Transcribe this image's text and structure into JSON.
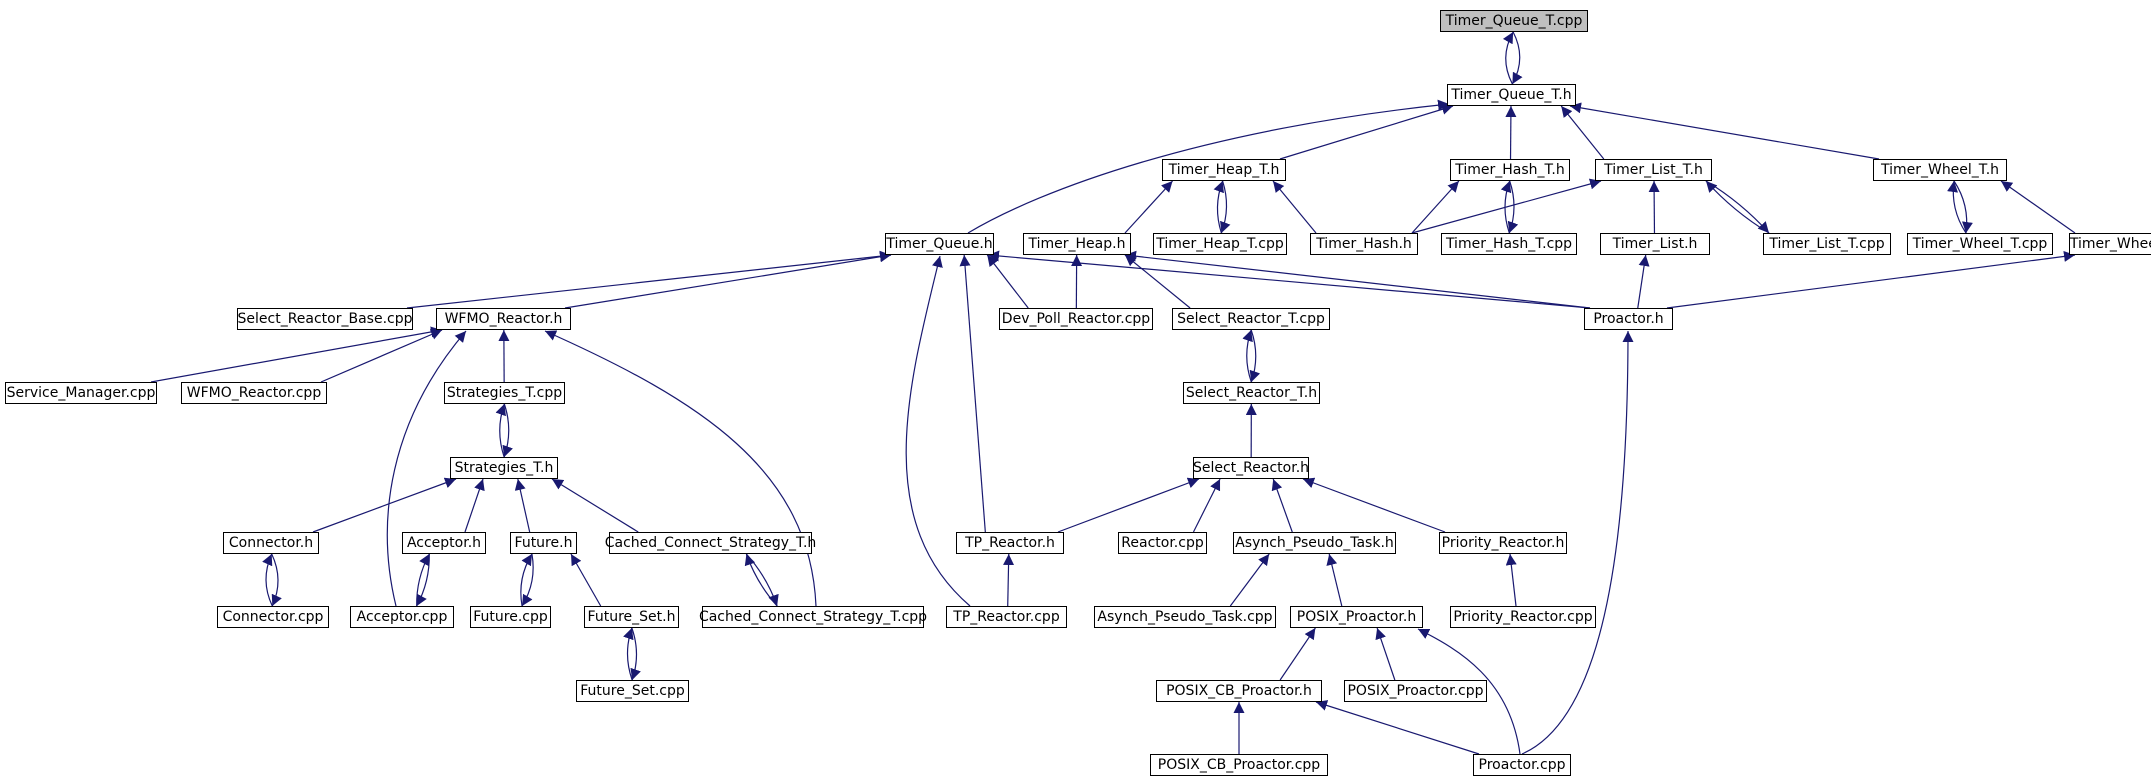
{
  "nodes": [
    {
      "id": "timer_queue_t_cpp",
      "label": "Timer_Queue_T.cpp",
      "root": true
    },
    {
      "id": "timer_queue_t_h",
      "label": "Timer_Queue_T.h"
    },
    {
      "id": "timer_heap_t_h",
      "label": "Timer_Heap_T.h"
    },
    {
      "id": "timer_hash_t_h",
      "label": "Timer_Hash_T.h"
    },
    {
      "id": "timer_list_t_h",
      "label": "Timer_List_T.h"
    },
    {
      "id": "timer_wheel_t_h",
      "label": "Timer_Wheel_T.h"
    },
    {
      "id": "timer_queue_h",
      "label": "Timer_Queue.h"
    },
    {
      "id": "timer_heap_h",
      "label": "Timer_Heap.h"
    },
    {
      "id": "timer_heap_t_cpp",
      "label": "Timer_Heap_T.cpp"
    },
    {
      "id": "timer_hash_h",
      "label": "Timer_Hash.h"
    },
    {
      "id": "timer_hash_t_cpp",
      "label": "Timer_Hash_T.cpp"
    },
    {
      "id": "timer_list_h",
      "label": "Timer_List.h"
    },
    {
      "id": "timer_list_t_cpp",
      "label": "Timer_List_T.cpp"
    },
    {
      "id": "timer_wheel_t_cpp",
      "label": "Timer_Wheel_T.cpp"
    },
    {
      "id": "timer_wheel_h",
      "label": "Timer_Wheel.h"
    },
    {
      "id": "select_reactor_base_cpp",
      "label": "Select_Reactor_Base.cpp"
    },
    {
      "id": "wfmo_reactor_h",
      "label": "WFMO_Reactor.h"
    },
    {
      "id": "dev_poll_reactor_cpp",
      "label": "Dev_Poll_Reactor.cpp"
    },
    {
      "id": "select_reactor_t_cpp",
      "label": "Select_Reactor_T.cpp"
    },
    {
      "id": "proactor_h",
      "label": "Proactor.h"
    },
    {
      "id": "service_manager_cpp",
      "label": "Service_Manager.cpp"
    },
    {
      "id": "wfmo_reactor_cpp",
      "label": "WFMO_Reactor.cpp"
    },
    {
      "id": "strategies_t_cpp",
      "label": "Strategies_T.cpp"
    },
    {
      "id": "select_reactor_t_h",
      "label": "Select_Reactor_T.h"
    },
    {
      "id": "strategies_t_h",
      "label": "Strategies_T.h"
    },
    {
      "id": "select_reactor_h",
      "label": "Select_Reactor.h"
    },
    {
      "id": "connector_h",
      "label": "Connector.h"
    },
    {
      "id": "acceptor_h",
      "label": "Acceptor.h"
    },
    {
      "id": "future_h",
      "label": "Future.h"
    },
    {
      "id": "cached_connect_strategy_t_h",
      "label": "Cached_Connect_Strategy_T.h"
    },
    {
      "id": "tp_reactor_h",
      "label": "TP_Reactor.h"
    },
    {
      "id": "reactor_cpp",
      "label": "Reactor.cpp"
    },
    {
      "id": "asynch_pseudo_task_h",
      "label": "Asynch_Pseudo_Task.h"
    },
    {
      "id": "priority_reactor_h",
      "label": "Priority_Reactor.h"
    },
    {
      "id": "connector_cpp",
      "label": "Connector.cpp"
    },
    {
      "id": "acceptor_cpp",
      "label": "Acceptor.cpp"
    },
    {
      "id": "future_cpp",
      "label": "Future.cpp"
    },
    {
      "id": "future_set_h",
      "label": "Future_Set.h"
    },
    {
      "id": "cached_connect_strategy_t_cpp",
      "label": "Cached_Connect_Strategy_T.cpp"
    },
    {
      "id": "tp_reactor_cpp",
      "label": "TP_Reactor.cpp"
    },
    {
      "id": "asynch_pseudo_task_cpp",
      "label": "Asynch_Pseudo_Task.cpp"
    },
    {
      "id": "posix_proactor_h",
      "label": "POSIX_Proactor.h"
    },
    {
      "id": "priority_reactor_cpp",
      "label": "Priority_Reactor.cpp"
    },
    {
      "id": "future_set_cpp",
      "label": "Future_Set.cpp"
    },
    {
      "id": "posix_cb_proactor_h",
      "label": "POSIX_CB_Proactor.h"
    },
    {
      "id": "posix_proactor_cpp",
      "label": "POSIX_Proactor.cpp"
    },
    {
      "id": "posix_cb_proactor_cpp",
      "label": "POSIX_CB_Proactor.cpp"
    },
    {
      "id": "proactor_cpp",
      "label": "Proactor.cpp"
    }
  ],
  "edges": [
    [
      "timer_queue_t_cpp",
      "timer_queue_t_h"
    ],
    [
      "timer_queue_t_h",
      "timer_queue_t_cpp"
    ],
    [
      "timer_heap_t_h",
      "timer_queue_t_h"
    ],
    [
      "timer_hash_t_h",
      "timer_queue_t_h"
    ],
    [
      "timer_list_t_h",
      "timer_queue_t_h"
    ],
    [
      "timer_wheel_t_h",
      "timer_queue_t_h"
    ],
    [
      "timer_queue_h",
      "timer_queue_t_h"
    ],
    [
      "timer_heap_h",
      "timer_heap_t_h"
    ],
    [
      "timer_heap_t_cpp",
      "timer_heap_t_h"
    ],
    [
      "timer_heap_t_h",
      "timer_heap_t_cpp"
    ],
    [
      "timer_hash_h",
      "timer_heap_t_h"
    ],
    [
      "timer_hash_h",
      "timer_hash_t_h"
    ],
    [
      "timer_hash_t_cpp",
      "timer_hash_t_h"
    ],
    [
      "timer_hash_t_h",
      "timer_hash_t_cpp"
    ],
    [
      "timer_hash_h",
      "timer_list_t_h"
    ],
    [
      "timer_list_h",
      "timer_list_t_h"
    ],
    [
      "timer_list_t_cpp",
      "timer_list_t_h"
    ],
    [
      "timer_list_t_h",
      "timer_list_t_cpp"
    ],
    [
      "timer_wheel_t_cpp",
      "timer_wheel_t_h"
    ],
    [
      "timer_wheel_t_h",
      "timer_wheel_t_cpp"
    ],
    [
      "timer_wheel_h",
      "timer_wheel_t_h"
    ],
    [
      "select_reactor_base_cpp",
      "timer_queue_h"
    ],
    [
      "wfmo_reactor_h",
      "timer_queue_h"
    ],
    [
      "dev_poll_reactor_cpp",
      "timer_queue_h"
    ],
    [
      "proactor_h",
      "timer_queue_h"
    ],
    [
      "tp_reactor_h",
      "timer_queue_h"
    ],
    [
      "tp_reactor_cpp",
      "timer_queue_h"
    ],
    [
      "dev_poll_reactor_cpp",
      "timer_heap_h"
    ],
    [
      "select_reactor_t_cpp",
      "timer_heap_h"
    ],
    [
      "proactor_h",
      "timer_heap_h"
    ],
    [
      "proactor_h",
      "timer_list_h"
    ],
    [
      "proactor_h",
      "timer_wheel_h"
    ],
    [
      "service_manager_cpp",
      "wfmo_reactor_h"
    ],
    [
      "wfmo_reactor_cpp",
      "wfmo_reactor_h"
    ],
    [
      "strategies_t_cpp",
      "wfmo_reactor_h"
    ],
    [
      "acceptor_cpp",
      "wfmo_reactor_h"
    ],
    [
      "cached_connect_strategy_t_cpp",
      "wfmo_reactor_h"
    ],
    [
      "select_reactor_t_h",
      "select_reactor_t_cpp"
    ],
    [
      "select_reactor_t_cpp",
      "select_reactor_t_h"
    ],
    [
      "select_reactor_h",
      "select_reactor_t_h"
    ],
    [
      "proactor_cpp",
      "proactor_h"
    ],
    [
      "strategies_t_h",
      "strategies_t_cpp"
    ],
    [
      "strategies_t_cpp",
      "strategies_t_h"
    ],
    [
      "connector_h",
      "strategies_t_h"
    ],
    [
      "acceptor_h",
      "strategies_t_h"
    ],
    [
      "future_h",
      "strategies_t_h"
    ],
    [
      "cached_connect_strategy_t_h",
      "strategies_t_h"
    ],
    [
      "tp_reactor_h",
      "select_reactor_h"
    ],
    [
      "reactor_cpp",
      "select_reactor_h"
    ],
    [
      "asynch_pseudo_task_h",
      "select_reactor_h"
    ],
    [
      "priority_reactor_h",
      "select_reactor_h"
    ],
    [
      "connector_cpp",
      "connector_h"
    ],
    [
      "connector_h",
      "connector_cpp"
    ],
    [
      "acceptor_cpp",
      "acceptor_h"
    ],
    [
      "acceptor_h",
      "acceptor_cpp"
    ],
    [
      "future_cpp",
      "future_h"
    ],
    [
      "future_h",
      "future_cpp"
    ],
    [
      "future_set_h",
      "future_h"
    ],
    [
      "cached_connect_strategy_t_cpp",
      "cached_connect_strategy_t_h"
    ],
    [
      "cached_connect_strategy_t_h",
      "cached_connect_strategy_t_cpp"
    ],
    [
      "tp_reactor_cpp",
      "tp_reactor_h"
    ],
    [
      "asynch_pseudo_task_cpp",
      "asynch_pseudo_task_h"
    ],
    [
      "posix_proactor_h",
      "asynch_pseudo_task_h"
    ],
    [
      "priority_reactor_cpp",
      "priority_reactor_h"
    ],
    [
      "future_set_cpp",
      "future_set_h"
    ],
    [
      "future_set_h",
      "future_set_cpp"
    ],
    [
      "posix_cb_proactor_h",
      "posix_proactor_h"
    ],
    [
      "posix_proactor_cpp",
      "posix_proactor_h"
    ],
    [
      "proactor_cpp",
      "posix_proactor_h"
    ],
    [
      "posix_cb_proactor_cpp",
      "posix_cb_proactor_h"
    ],
    [
      "proactor_cpp",
      "posix_cb_proactor_h"
    ]
  ]
}
